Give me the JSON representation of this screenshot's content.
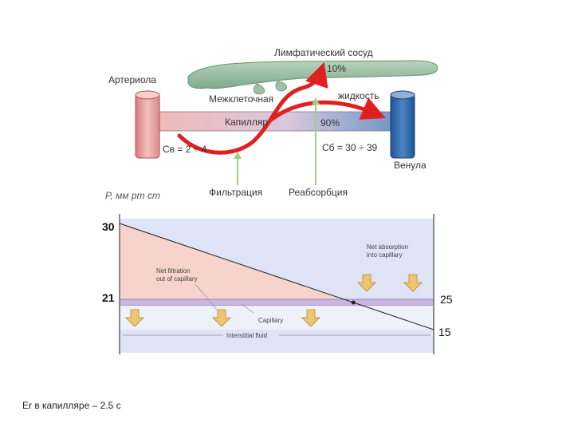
{
  "top_diagram": {
    "lymph_vessel": "Лимфатический сосуд",
    "lymph_percent": "10%",
    "arteriole": "Артериола",
    "interstitial_a": "Межклеточная",
    "interstitial_b": "жидкость",
    "capillary": "Капилляр",
    "percent_90": "90%",
    "cb_left": "Cв = 2 ÷ 4",
    "cb_right": "Cб = 30 ÷ 39",
    "venule": "Венула",
    "filtration": "Фильтрация",
    "reabsorption": "Реабсорбция",
    "colors": {
      "arterial": "#e8a0a0",
      "venous": "#2f6aa8",
      "lymph": "#8fb89a",
      "flow_arrow": "#e02020",
      "green_arrow": "#9ed08a"
    }
  },
  "pressure_chart": {
    "axis_label": "P, мм рт ст",
    "y_left_top": "30",
    "y_left_mid": "21",
    "y_right_mid": "25",
    "y_right_bottom": "15",
    "net_filtration": [
      "Net filtration",
      "out of capillary"
    ],
    "net_absorption": [
      "Net absorption",
      "into capillary"
    ],
    "capillary_label": "Capillary",
    "interstitial_label": "Interstitial fluid",
    "chart_data": {
      "type": "line",
      "title": "",
      "ylabel": "P, мм рт ст",
      "series": [
        {
          "values_start": 30,
          "values_end": 15
        },
        {
          "values_start": 21,
          "values_end": 21
        }
      ],
      "tick_labels_left": [
        "30",
        "21"
      ],
      "tick_labels_right": [
        "25",
        "15"
      ],
      "colors": {
        "filtration_fill": "#f6d3cb",
        "absorption_fill": "#d7ddf4",
        "capillary_band": "#c9b6e0",
        "arrow": "#f0c470"
      }
    }
  },
  "footer": "Er в капилляре – 2.5 с"
}
